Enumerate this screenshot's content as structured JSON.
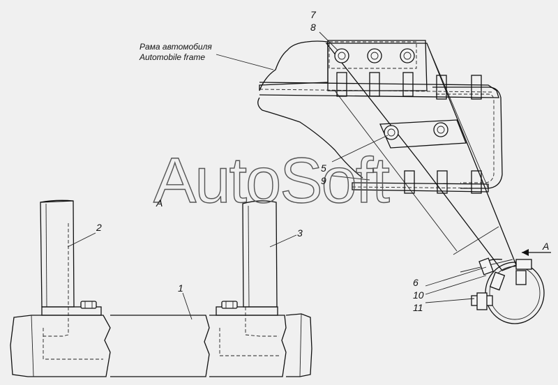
{
  "frame_label": {
    "ru": "Рама автомобиля",
    "en": "Automobile frame"
  },
  "callouts": {
    "n1": "1",
    "n2": "2",
    "n3": "3",
    "n5": "5",
    "n6": "6",
    "n7": "7",
    "n8": "8",
    "n9": "9",
    "n10": "10",
    "n11": "11"
  },
  "view_markers": {
    "left": "A",
    "right": "A"
  },
  "watermark": "AutoSoft"
}
